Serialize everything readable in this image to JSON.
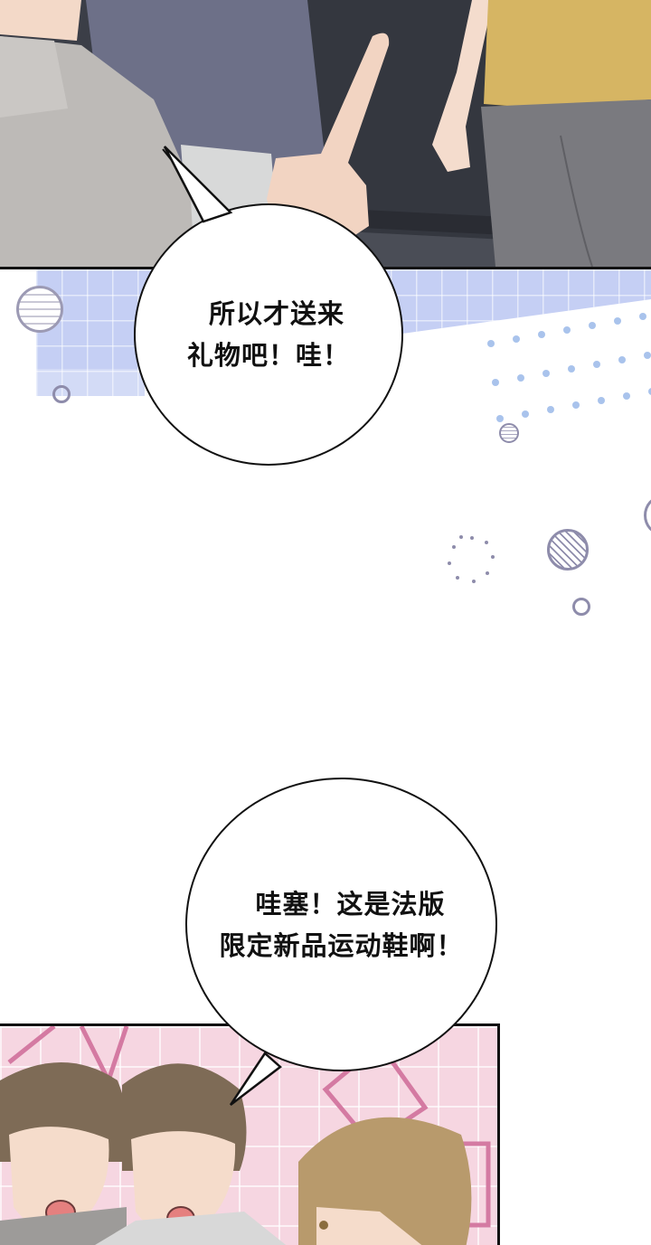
{
  "comic": {
    "panels": [
      {
        "id": "top",
        "description": "Close-up of people standing; a hand points upward; a person in yellow top and grey pants at right",
        "colors": {
          "background": "#3a3d45",
          "shirt_grey": "#b8b6b4",
          "shirt_blue": "#6c6f86",
          "skin": "#f2d5c4",
          "yellow_top": "#d8b866",
          "pants": "#7b7b80"
        }
      },
      {
        "id": "middle",
        "description": "White background with pale blue grid band, dots and doodle circles",
        "colors": {
          "grid": "#c5cff4",
          "dots": "#a9c3ec",
          "doodle": "#8e8cab"
        }
      },
      {
        "id": "bottom",
        "description": "Three young men with surprised expressions on a pink grid background",
        "colors": {
          "background": "#f6d6e1",
          "hair_dark": "#7d6a55",
          "hair_light": "#b8996b",
          "skin": "#f5dccb"
        }
      }
    ],
    "bubbles": [
      {
        "id": "bubble-1",
        "lines": [
          "所以才送来",
          "礼物吧！哇！"
        ]
      },
      {
        "id": "bubble-2",
        "lines": [
          "哇塞！这是法版",
          "限定新品运动鞋啊！"
        ]
      }
    ]
  }
}
